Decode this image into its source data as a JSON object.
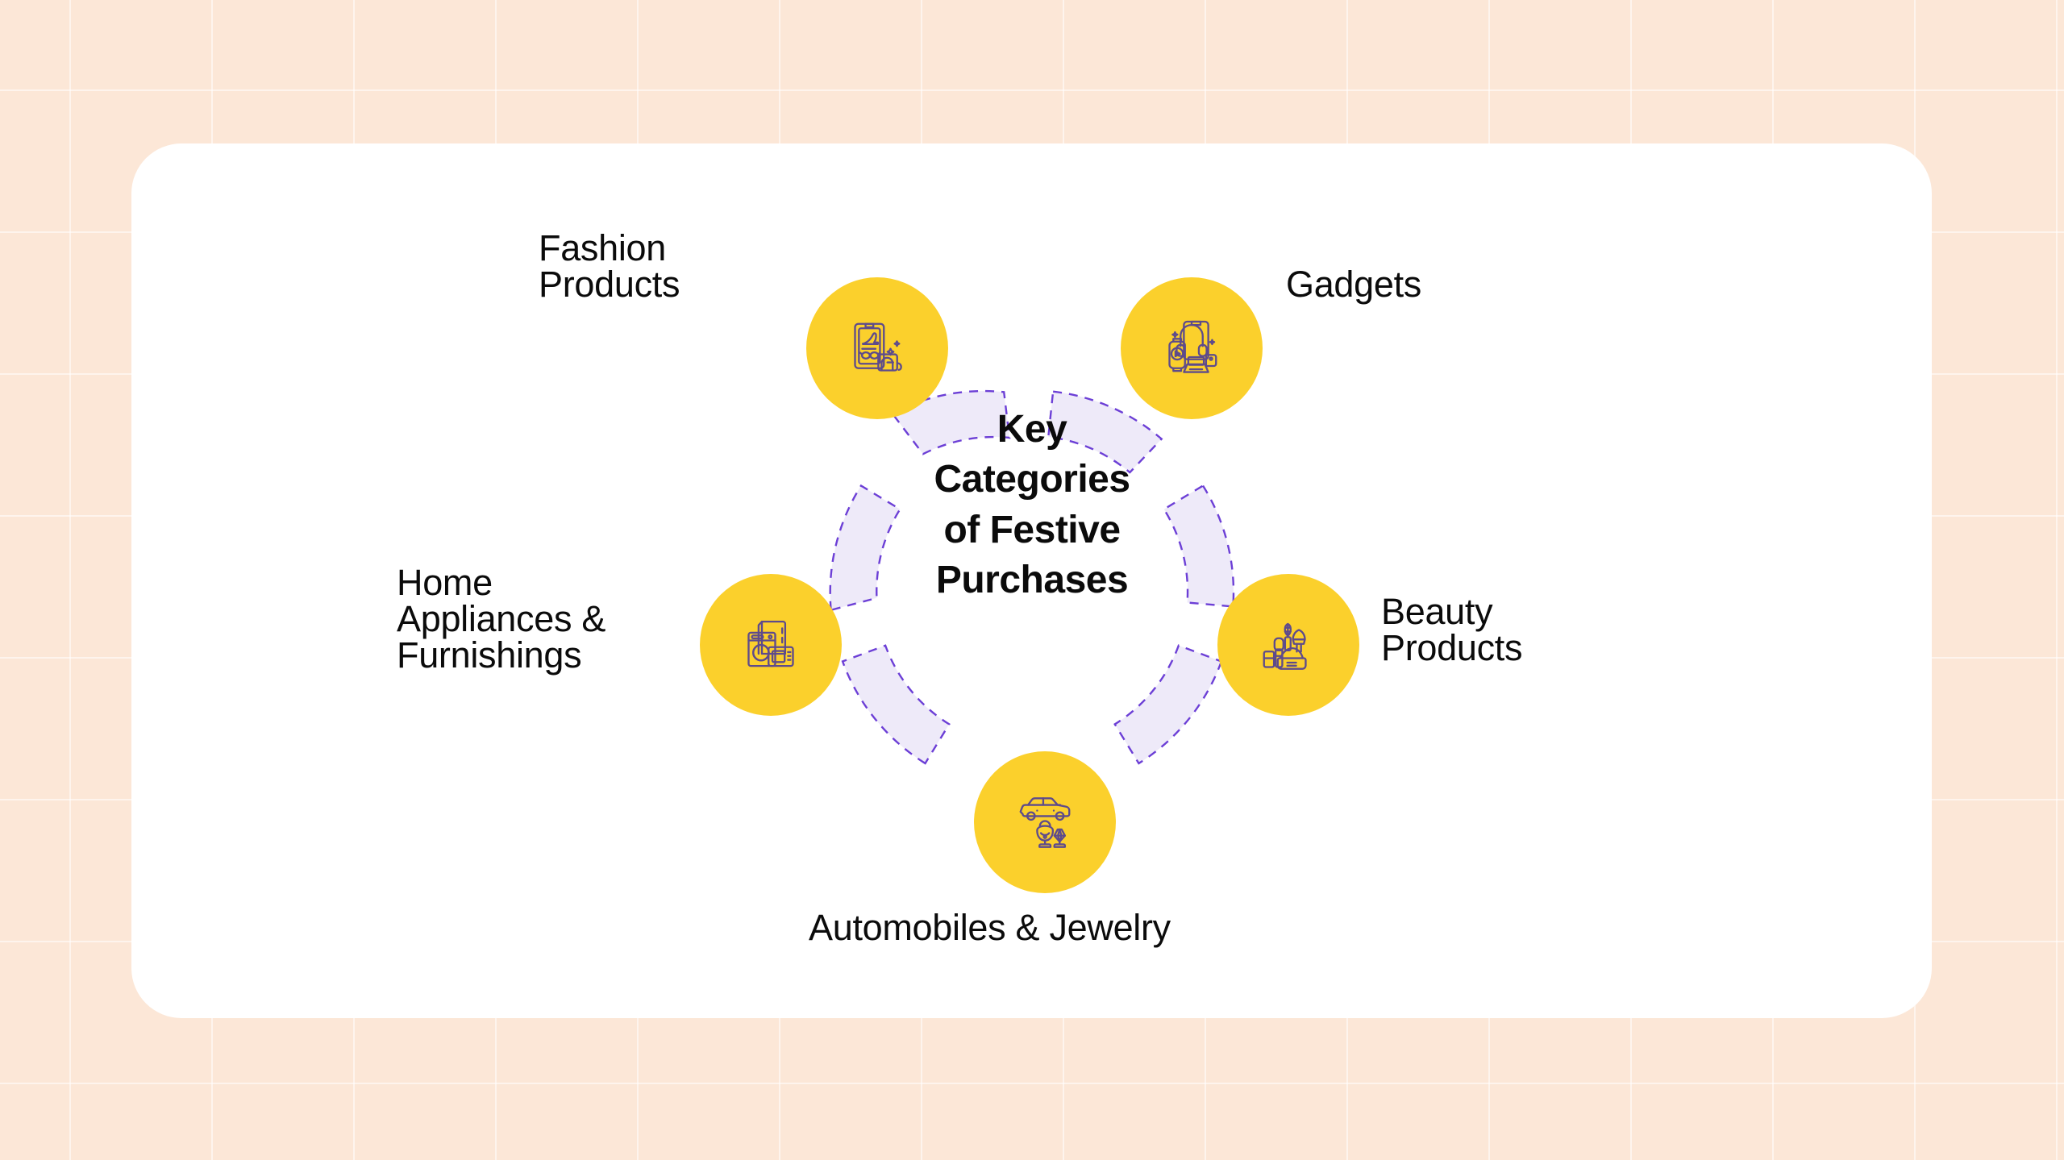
{
  "theme": {
    "background": "#FCE7D7",
    "card": "#FFFFFF",
    "accent_yellow": "#FBD02C",
    "ring_fill": "#EEEAF9",
    "ring_stroke": "#6C3FD6",
    "icon_stroke": "#5E4B8B",
    "text": "#0B0B0B"
  },
  "center": {
    "title_lines": [
      "Key",
      "Categories",
      "of Festive",
      "Purchases"
    ],
    "title_full": "Key Categories of Festive Purchases"
  },
  "nodes": [
    {
      "id": "fashion",
      "label_lines": [
        "Fashion",
        "Products"
      ],
      "label_full": "Fashion Products",
      "icon": "fashion-products-icon"
    },
    {
      "id": "gadgets",
      "label_lines": [
        "Gadgets"
      ],
      "label_full": "Gadgets",
      "icon": "gadgets-icon"
    },
    {
      "id": "beauty",
      "label_lines": [
        "Beauty",
        "Products"
      ],
      "label_full": "Beauty Products",
      "icon": "beauty-products-icon"
    },
    {
      "id": "automobiles",
      "label_lines": [
        "Automobiles & Jewelry"
      ],
      "label_full": "Automobiles & Jewelry",
      "icon": "automobiles-jewelry-icon"
    },
    {
      "id": "home",
      "label_lines": [
        "Home",
        "Appliances &",
        "Furnishings"
      ],
      "label_full": "Home Appliances & Furnishings",
      "icon": "home-appliances-icon"
    }
  ]
}
